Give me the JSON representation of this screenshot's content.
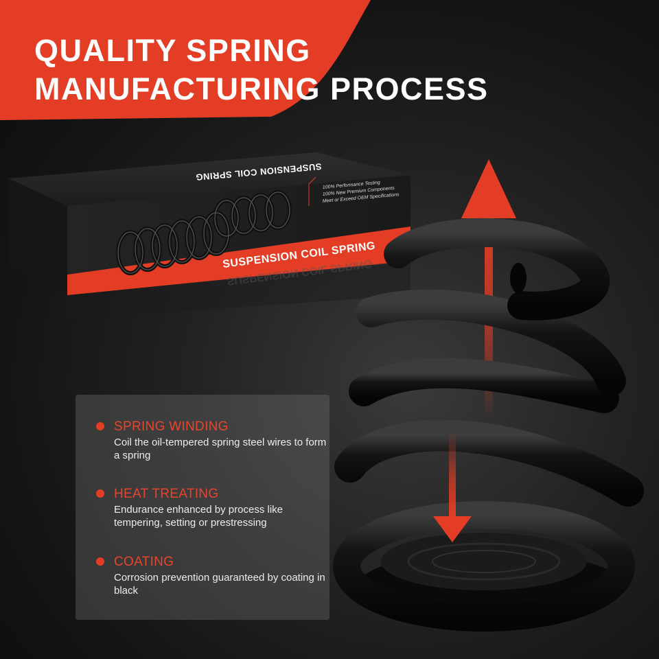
{
  "header": {
    "title_line1": "QUALITY SPRING",
    "title_line2": "MANUFACTURING PROCESS"
  },
  "product_box": {
    "top_title": "SUSPENSION COIL SPRING",
    "front_title": "SUSPENSION COIL SPRING",
    "features": [
      "100% Performance Testing",
      "100% New Premium Components",
      "Meet or Exceed OEM Specifications"
    ]
  },
  "process_steps": [
    {
      "title": "SPRING WINDING",
      "description": "Coil the oil-tempered spring steel wires to form a spring"
    },
    {
      "title": "HEAT TREATING",
      "description": "Endurance enhanced by process like tempering, setting or prestressing"
    },
    {
      "title": "COATING",
      "description": "Corrosion prevention guaranteed by coating in black"
    }
  ],
  "colors": {
    "accent_red": "#e43d25",
    "background": "#1a1a1a",
    "spring": "#111111"
  }
}
